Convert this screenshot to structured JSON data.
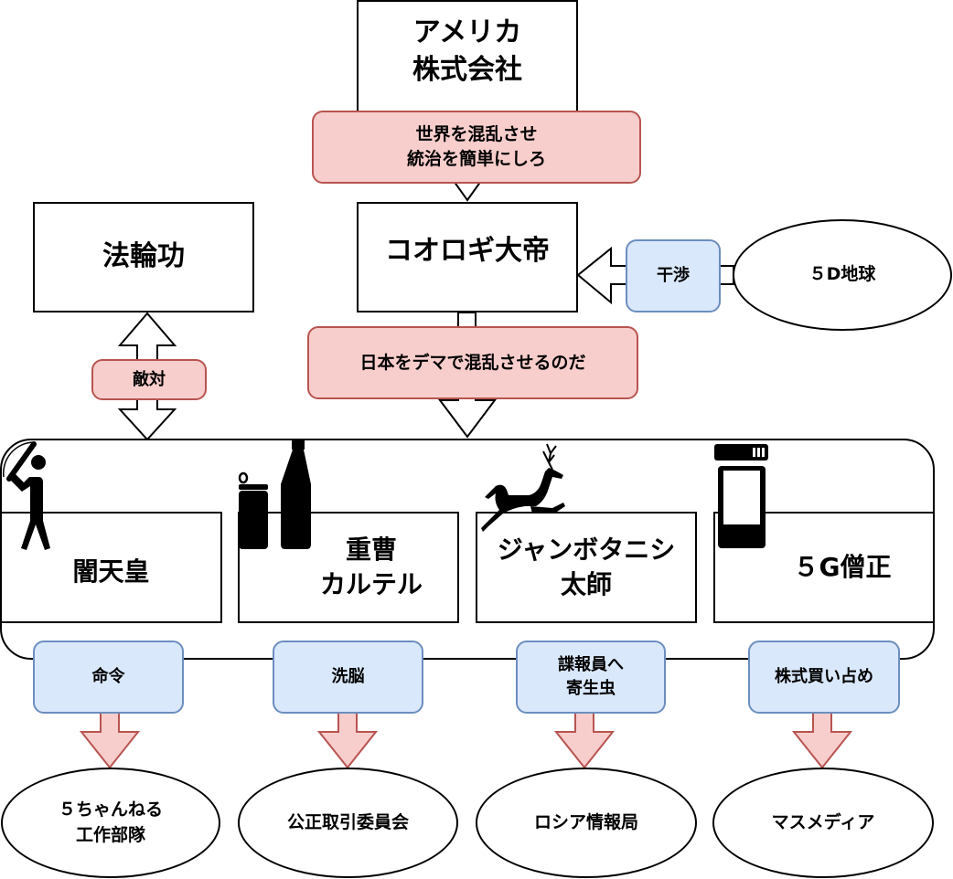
{
  "top_node": {
    "label": "アメリカ\n株式会社"
  },
  "top_link": {
    "label": "世界を混乱させ\n統治を簡単にしろ"
  },
  "center_node": {
    "label": "コオロギ大帝"
  },
  "left_node": {
    "label": "法輪功"
  },
  "left_link": {
    "label": "敵対"
  },
  "right_node": {
    "label": "５D地球"
  },
  "right_link": {
    "label": "干渉"
  },
  "center_link": {
    "label": "日本をデマで混乱させるのだ"
  },
  "members": [
    {
      "label": "闇天皇",
      "icon": "batter-icon",
      "action": "命令",
      "target": "５ちゃんねる\n工作部隊"
    },
    {
      "label": "重曹\nカルテル",
      "icon": "bottles-icon",
      "action": "洗脳",
      "target": "公正取引委員会"
    },
    {
      "label": "ジャンボタニシ\n太師",
      "icon": "deer-icon",
      "action": "諜報員へ\n寄生虫",
      "target": "ロシア情報局"
    },
    {
      "label": "５G僧正",
      "icon": "battery-icon",
      "action": "株式買い占め",
      "target": "マスメディア"
    }
  ],
  "colors": {
    "pink_fill": "#f8cecc",
    "pink_stroke": "#b85450",
    "blue_fill": "#dae8fc",
    "blue_stroke": "#6c8ebf"
  }
}
